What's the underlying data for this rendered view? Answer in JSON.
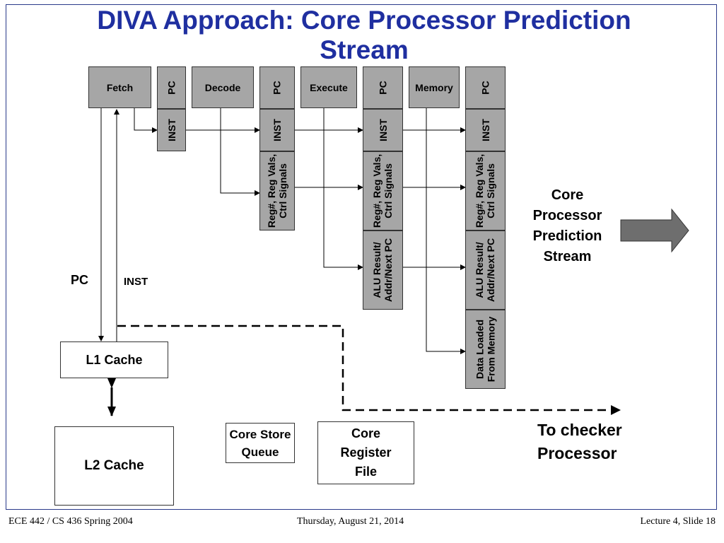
{
  "title_line1": "DIVA Approach:  Core Processor Prediction",
  "title_line2": "Stream",
  "stages": {
    "fetch": "Fetch",
    "decode": "Decode",
    "execute": "Execute",
    "memory": "Memory"
  },
  "regs": {
    "pc": "PC",
    "inst": "INST",
    "regvals": "Reg#, Reg Vals,\nCtrl Signals",
    "alu": "ALU Result/\nAddr/Next PC",
    "data": "Data Loaded\nFrom Memory"
  },
  "labels": {
    "pc_left": "PC",
    "inst_left": "INST",
    "core_pred": "Core\nProcessor\nPrediction\nStream",
    "to_checker": "To checker\nProcessor"
  },
  "boxes": {
    "l1": "L1 Cache",
    "l2": "L2 Cache",
    "store_queue": "Core Store\nQueue",
    "reg_file": "Core\nRegister\nFile"
  },
  "footer": {
    "left": "ECE 442 / CS 436 Spring 2004",
    "center": "Thursday, August 21, 2014",
    "right": "Lecture 4, Slide 18"
  }
}
